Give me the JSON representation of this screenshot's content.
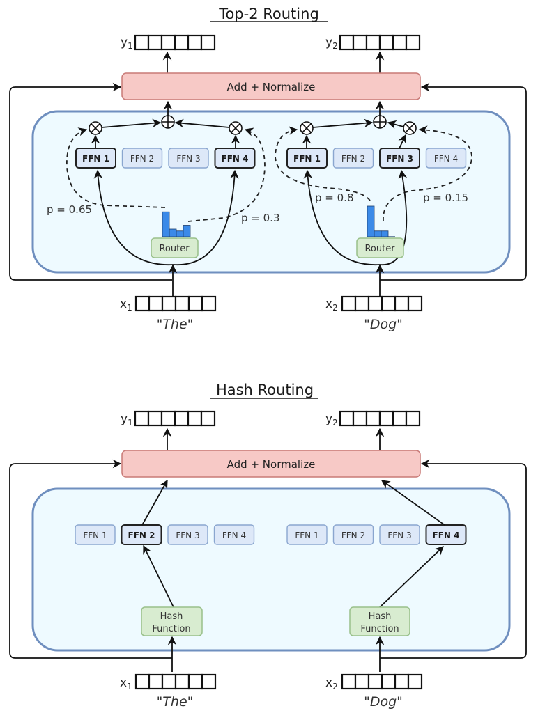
{
  "colors": {
    "norm_fill": "#f7c9c6",
    "norm_stroke": "#c97a77",
    "panel_fill": "#eefaff",
    "panel_stroke": "#6f8fbf",
    "ffn_fill": "#dde8f8",
    "ffn_stroke_inactive": "#8aa6cf",
    "ffn_stroke_active": "#222222",
    "router_fill": "#d8ecd0",
    "router_stroke": "#99c08a",
    "hist_bar": "#3b8ae8",
    "line": "#111111"
  },
  "top": {
    "title": "Top-2 Routing",
    "norm_label": "Add + Normalize",
    "outputs": [
      {
        "var": "y",
        "sub": "1"
      },
      {
        "var": "y",
        "sub": "2"
      }
    ],
    "inputs": [
      {
        "var": "x",
        "sub": "1",
        "token": "\"The\""
      },
      {
        "var": "x",
        "sub": "2",
        "token": "\"Dog\""
      }
    ],
    "groups": [
      {
        "ffns": [
          "FFN 1",
          "FFN 2",
          "FFN 3",
          "FFN 4"
        ],
        "active": [
          0,
          3
        ],
        "router_label": "Router",
        "histogram": [
          0.65,
          0.2,
          0.15,
          0.3
        ],
        "probs": [
          "p = 0.65",
          "p = 0.3"
        ]
      },
      {
        "ffns": [
          "FFN 1",
          "FFN 2",
          "FFN 3",
          "FFN 4"
        ],
        "active": [
          0,
          2
        ],
        "router_label": "Router",
        "histogram": [
          0.8,
          0.15,
          0.15,
          0.0
        ],
        "probs": [
          "p = 0.8",
          "p = 0.15"
        ]
      }
    ]
  },
  "bottom": {
    "title": "Hash Routing",
    "norm_label": "Add + Normalize",
    "outputs": [
      {
        "var": "y",
        "sub": "1"
      },
      {
        "var": "y",
        "sub": "2"
      }
    ],
    "inputs": [
      {
        "var": "x",
        "sub": "1",
        "token": "\"The\""
      },
      {
        "var": "x",
        "sub": "2",
        "token": "\"Dog\""
      }
    ],
    "groups": [
      {
        "ffns": [
          "FFN 1",
          "FFN 2",
          "FFN 3",
          "FFN 4"
        ],
        "active": [
          1
        ],
        "hash_label_line1": "Hash",
        "hash_label_line2": "Function"
      },
      {
        "ffns": [
          "FFN 1",
          "FFN 2",
          "FFN 3",
          "FFN 4"
        ],
        "active": [
          3
        ],
        "hash_label_line1": "Hash",
        "hash_label_line2": "Function"
      }
    ]
  }
}
